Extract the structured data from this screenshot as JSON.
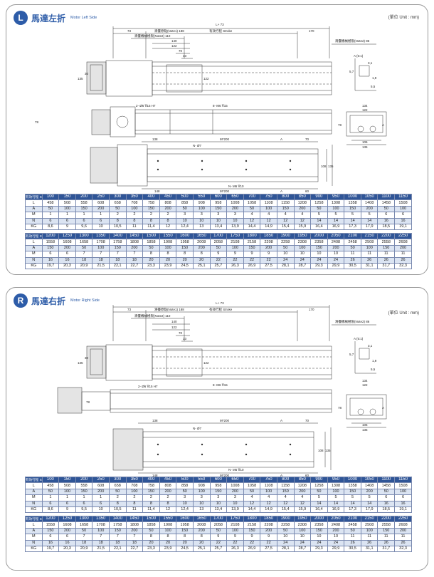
{
  "sections": [
    {
      "badge": "L",
      "title": "馬達左折",
      "subtitle": "Motor Left Side",
      "unit": "(單位 Unit : mm)",
      "labels": {
        "total_len": "L+ 73",
        "dim73": "73",
        "software_limit": "滑臺原點(Note1) 188",
        "stroke_label": "有效行程 Stroke",
        "dim170": "170",
        "mech_limit1": "滑臺機械極限(Note2) 110",
        "mech_limit2": "滑臺機械極限(Note2) 86",
        "dim140": "140",
        "dim122": "122",
        "dim70": "70",
        "dim33": "33",
        "detail_a": "A (5:1)",
        "d57": "5,7",
        "d31": "3,1",
        "d19": "1,9",
        "d55": "5,5",
        "dim135": "135",
        "dim30": "30",
        "dim78": "78",
        "dim122v": "122",
        "pin_note": "2- Ø6 ∇15 H7",
        "thread_note": "8- M6 ∇15",
        "dim134": "134",
        "dim122b": "122",
        "dim106": "106",
        "dim135b": "135",
        "dim78b": "78",
        "a_mark": "A",
        "dim138": "138",
        "m200a": "M*200",
        "a_lbl": "A",
        "dim70b": "70",
        "n27": "N- Ø7",
        "dim148": "148",
        "m200b": "M*200",
        "nm6": "N- M6 ∇10",
        "a_lbl2": "A",
        "dim60": "60",
        "dim108": "108",
        "dim135c": "135"
      },
      "table1": {
        "header_label": "有效行程 Stroke",
        "strokes": [
          "100",
          "150",
          "200",
          "250",
          "300",
          "350",
          "400",
          "450",
          "500",
          "550",
          "600",
          "650",
          "700",
          "750",
          "800",
          "850",
          "900",
          "950",
          "1000",
          "1050",
          "1100",
          "1150"
        ],
        "rows": [
          {
            "label": "L",
            "values": [
              "458",
              "508",
              "558",
              "608",
              "658",
              "708",
              "758",
              "808",
              "858",
              "908",
              "958",
              "1008",
              "1058",
              "1108",
              "1158",
              "1208",
              "1258",
              "1308",
              "1358",
              "1408",
              "1458",
              "1508"
            ]
          },
          {
            "label": "A",
            "values": [
              "50",
              "100",
              "150",
              "200",
              "50",
              "100",
              "150",
              "200",
              "50",
              "100",
              "150",
              "200",
              "50",
              "100",
              "150",
              "200",
              "50",
              "100",
              "150",
              "200",
              "50",
              "100"
            ]
          },
          {
            "label": "M",
            "values": [
              "1",
              "1",
              "1",
              "1",
              "2",
              "2",
              "2",
              "2",
              "3",
              "3",
              "3",
              "3",
              "4",
              "4",
              "4",
              "4",
              "5",
              "5",
              "5",
              "5",
              "6",
              "6"
            ]
          },
          {
            "label": "N",
            "values": [
              "6",
              "6",
              "6",
              "6",
              "8",
              "8",
              "8",
              "8",
              "10",
              "10",
              "10",
              "10",
              "12",
              "12",
              "12",
              "12",
              "14",
              "14",
              "14",
              "14",
              "16",
              "16"
            ]
          },
          {
            "label": "KG",
            "values": [
              "8,6",
              "9",
              "9,6",
              "10",
              "10,5",
              "11",
              "11,4",
              "12",
              "12,4",
              "13",
              "13,4",
              "13,9",
              "14,4",
              "14,9",
              "15,4",
              "15,9",
              "16,4",
              "16,9",
              "17,3",
              "17,9",
              "18,5",
              "19,1"
            ]
          }
        ]
      },
      "table2": {
        "header_label": "有效行程 Stroke",
        "strokes": [
          "1200",
          "1250",
          "1300",
          "1350",
          "1400",
          "1450",
          "1500",
          "1550",
          "1600",
          "1650",
          "1700",
          "1750",
          "1800",
          "1850",
          "1900",
          "1950",
          "2000",
          "2050",
          "2100",
          "2150",
          "2200",
          "2250"
        ],
        "rows": [
          {
            "label": "L",
            "values": [
              "1558",
              "1608",
              "1658",
              "1708",
              "1758",
              "1808",
              "1858",
              "1908",
              "1958",
              "2008",
              "2058",
              "2108",
              "2158",
              "2208",
              "2258",
              "2308",
              "2358",
              "2408",
              "2458",
              "2508",
              "2558",
              "2608"
            ]
          },
          {
            "label": "A",
            "values": [
              "150",
              "200",
              "50",
              "100",
              "150",
              "200",
              "50",
              "100",
              "150",
              "200",
              "50",
              "100",
              "150",
              "200",
              "50",
              "100",
              "150",
              "200",
              "50",
              "100",
              "150",
              "200"
            ]
          },
          {
            "label": "M",
            "values": [
              "6",
              "6",
              "7",
              "7",
              "7",
              "7",
              "8",
              "8",
              "8",
              "8",
              "9",
              "9",
              "9",
              "9",
              "10",
              "10",
              "10",
              "10",
              "11",
              "11",
              "11",
              "11"
            ]
          },
          {
            "label": "N",
            "values": [
              "16",
              "16",
              "18",
              "18",
              "18",
              "18",
              "20",
              "20",
              "20",
              "20",
              "22",
              "22",
              "22",
              "22",
              "24",
              "24",
              "24",
              "24",
              "26",
              "26",
              "26",
              "26"
            ]
          },
          {
            "label": "KG",
            "values": [
              "19,7",
              "20,3",
              "20,9",
              "21,5",
              "22,1",
              "22,7",
              "23,3",
              "23,9",
              "24,5",
              "25,1",
              "25,7",
              "26,3",
              "26,9",
              "27,5",
              "28,1",
              "28,7",
              "29,3",
              "29,9",
              "30,5",
              "31,1",
              "31,7",
              "32,3"
            ]
          }
        ]
      }
    },
    {
      "badge": "R",
      "title": "馬達右折",
      "subtitle": "Motor Right Side",
      "unit": "(單位 Unit : mm)",
      "labels": {
        "total_len": "L+ 73",
        "dim73": "73",
        "software_limit": "滑臺原點(Note1) 188",
        "stroke_label": "有效行程 Stroke",
        "dim170": "170",
        "mech_limit1": "滑臺機械極限(Note2) 110",
        "mech_limit2": "滑臺機械極限(Note2) 86",
        "dim140": "140",
        "dim122": "122",
        "dim70": "70",
        "dim33": "33",
        "detail_a": "A (5:1)",
        "d57": "5,7",
        "d31": "3,1",
        "d19": "1,9",
        "d55": "5,5",
        "dim135": "135",
        "dim30": "30",
        "dim78": "78",
        "dim122v": "122",
        "pin_note": "2- Ø6 ∇15 H7",
        "thread_note": "8- M6 ∇15",
        "dim134": "134",
        "dim122b": "122",
        "dim106": "106",
        "dim135b": "135",
        "dim78b": "78",
        "a_mark": "A",
        "dim138": "138",
        "m200a": "M*200",
        "a_lbl": "A",
        "dim70b": "70",
        "n27": "N- Ø7",
        "dim148": "148",
        "m200b": "M*200",
        "nm6": "N- M6 ∇10",
        "a_lbl2": "A",
        "dim60": "60",
        "dim108": "108",
        "dim135c": "135"
      },
      "table1": {
        "header_label": "有效行程 Stroke",
        "strokes": [
          "100",
          "150",
          "200",
          "250",
          "300",
          "350",
          "400",
          "450",
          "500",
          "550",
          "600",
          "650",
          "700",
          "750",
          "800",
          "850",
          "900",
          "950",
          "1000",
          "1050",
          "1100",
          "1150"
        ],
        "rows": [
          {
            "label": "L",
            "values": [
              "458",
              "508",
              "558",
              "608",
              "658",
              "708",
              "758",
              "808",
              "858",
              "908",
              "958",
              "1008",
              "1058",
              "1108",
              "1158",
              "1208",
              "1258",
              "1308",
              "1358",
              "1408",
              "1458",
              "1508"
            ]
          },
          {
            "label": "A",
            "values": [
              "50",
              "100",
              "150",
              "200",
              "50",
              "100",
              "150",
              "200",
              "50",
              "100",
              "150",
              "200",
              "50",
              "100",
              "150",
              "200",
              "50",
              "100",
              "150",
              "200",
              "50",
              "100"
            ]
          },
          {
            "label": "M",
            "values": [
              "1",
              "1",
              "1",
              "1",
              "2",
              "2",
              "2",
              "2",
              "3",
              "3",
              "3",
              "3",
              "4",
              "4",
              "4",
              "4",
              "5",
              "5",
              "5",
              "5",
              "6",
              "6"
            ]
          },
          {
            "label": "N",
            "values": [
              "6",
              "6",
              "6",
              "6",
              "8",
              "8",
              "8",
              "8",
              "10",
              "10",
              "10",
              "10",
              "12",
              "12",
              "12",
              "12",
              "14",
              "14",
              "14",
              "14",
              "16",
              "16"
            ]
          },
          {
            "label": "KG",
            "values": [
              "8,6",
              "9",
              "9,5",
              "10",
              "10,5",
              "11",
              "11,4",
              "12",
              "12,4",
              "13",
              "13,4",
              "13,9",
              "14,4",
              "14,9",
              "15,4",
              "15,9",
              "16,4",
              "16,9",
              "17,3",
              "17,9",
              "18,5",
              "19,1"
            ]
          }
        ]
      },
      "table2": {
        "header_label": "有效行程 Stroke",
        "strokes": [
          "1200",
          "1250",
          "1300",
          "1350",
          "1400",
          "1450",
          "1500",
          "1550",
          "1600",
          "1650",
          "1700",
          "1750",
          "1800",
          "1850",
          "1900",
          "1950",
          "2000",
          "2050",
          "2100",
          "2150",
          "2200",
          "2250"
        ],
        "rows": [
          {
            "label": "L",
            "values": [
              "1558",
              "1608",
              "1658",
              "1708",
              "1758",
              "1808",
              "1858",
              "1908",
              "1958",
              "2008",
              "2058",
              "2108",
              "2158",
              "2208",
              "2258",
              "2308",
              "2358",
              "2408",
              "2458",
              "2508",
              "2558",
              "2608"
            ]
          },
          {
            "label": "A",
            "values": [
              "150",
              "200",
              "50",
              "100",
              "150",
              "200",
              "50",
              "100",
              "150",
              "200",
              "50",
              "100",
              "150",
              "200",
              "50",
              "100",
              "150",
              "200",
              "50",
              "100",
              "150",
              "200"
            ]
          },
          {
            "label": "M",
            "values": [
              "6",
              "6",
              "7",
              "7",
              "7",
              "7",
              "8",
              "8",
              "8",
              "8",
              "9",
              "9",
              "9",
              "9",
              "10",
              "10",
              "10",
              "10",
              "11",
              "11",
              "11",
              "11"
            ]
          },
          {
            "label": "N",
            "values": [
              "16",
              "16",
              "18",
              "18",
              "18",
              "18",
              "20",
              "20",
              "20",
              "20",
              "22",
              "22",
              "22",
              "22",
              "24",
              "24",
              "24",
              "24",
              "26",
              "26",
              "26",
              "26"
            ]
          },
          {
            "label": "KG",
            "values": [
              "19,7",
              "20,3",
              "20,9",
              "21,5",
              "22,1",
              "22,7",
              "23,3",
              "23,9",
              "24,5",
              "25,1",
              "25,7",
              "26,3",
              "26,9",
              "27,5",
              "28,1",
              "28,7",
              "29,3",
              "29,9",
              "30,5",
              "31,1",
              "31,7",
              "32,3"
            ]
          }
        ]
      }
    }
  ],
  "colors": {
    "accent": "#2d5ca8",
    "header_fill": "#2f5597",
    "row_shade": "#dbe4f2"
  }
}
